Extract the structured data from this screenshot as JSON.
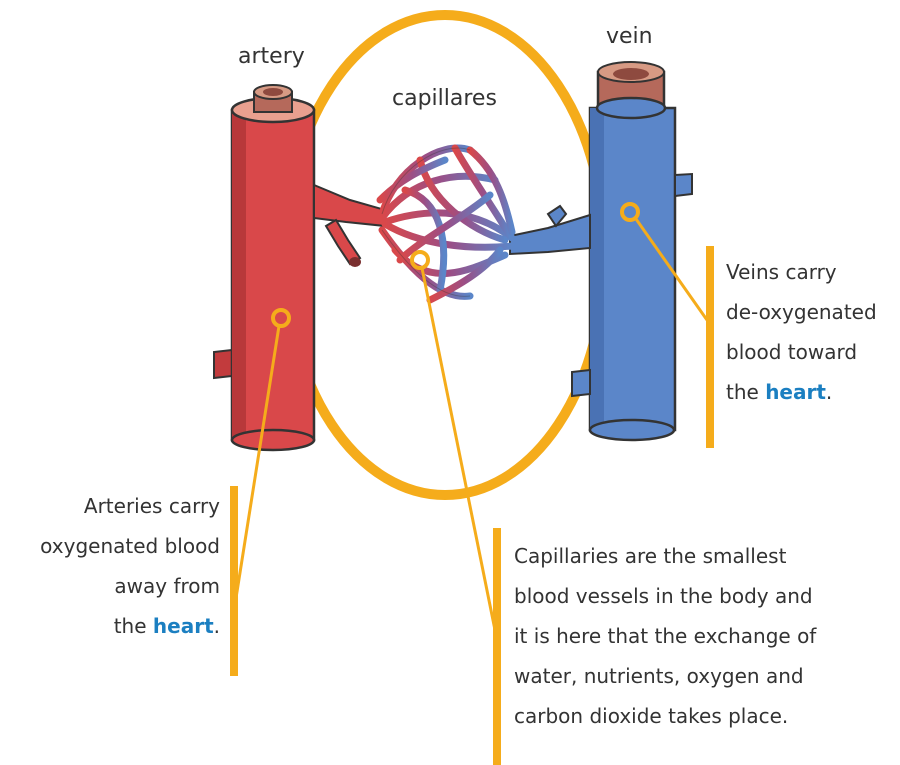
{
  "labels": {
    "artery": "artery",
    "capillares": "capillares",
    "vein": "vein"
  },
  "captions": {
    "veins": {
      "line1": "Veins carry",
      "line2": "de-oxygenated",
      "line3": "blood toward",
      "line4_pre": "the ",
      "line4_highlight": "heart",
      "line4_post": "."
    },
    "arteries": {
      "line1": "Arteries carry",
      "line2": "oxygenated blood",
      "line3": "away from",
      "line4_pre": "the ",
      "line4_highlight": "heart",
      "line4_post": "."
    },
    "capillaries": {
      "line1": "Capillaries are the smallest",
      "line2": "blood vessels in the body and",
      "line3": "it is here that the exchange of",
      "line4": "water, nutrients, oxygen and",
      "line5": "carbon dioxide takes place."
    }
  },
  "colors": {
    "artery": "#d9484a",
    "vein": "#5b86c9",
    "loop": "#f5ac1b",
    "highlight": "#1b7fc1"
  }
}
